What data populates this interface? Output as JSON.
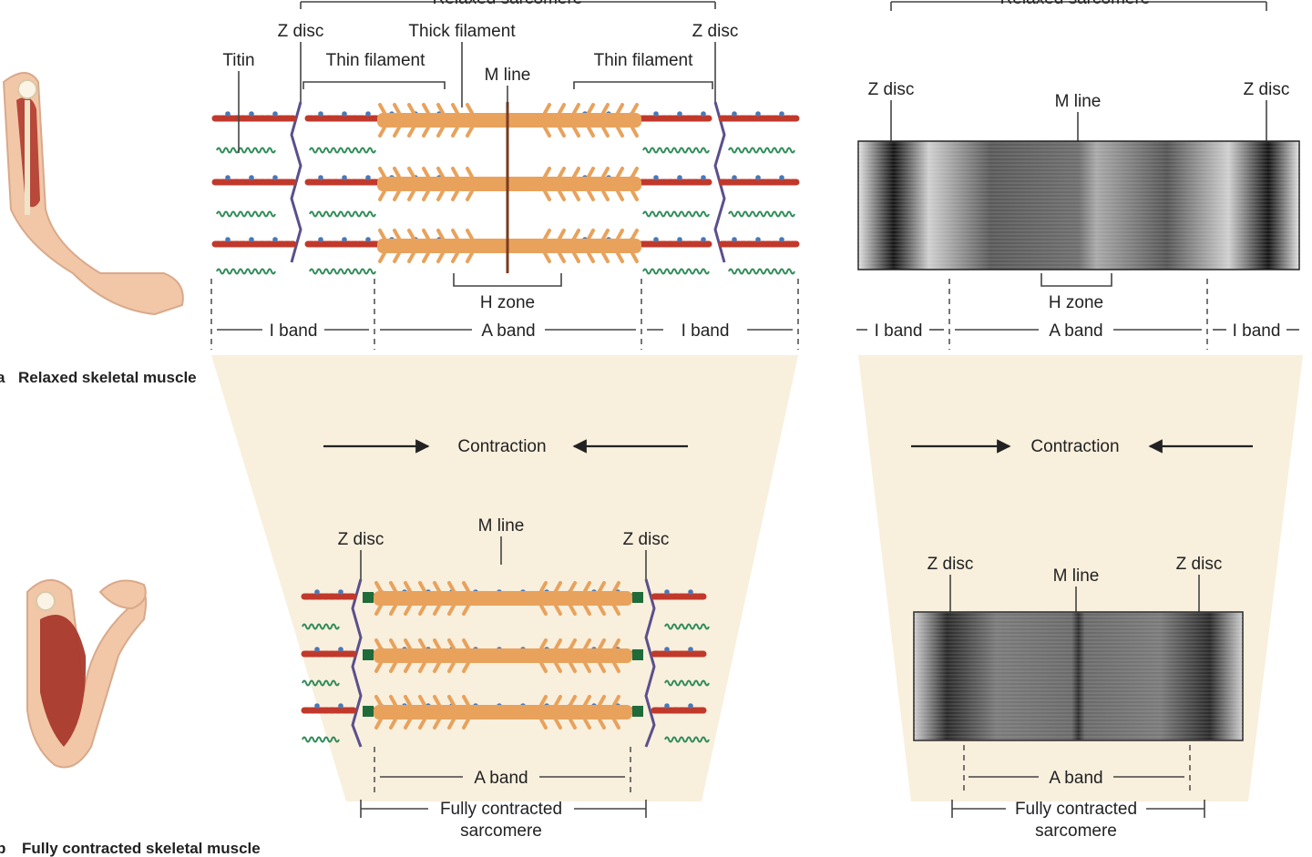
{
  "colors": {
    "thick_filament": "#e8a25c",
    "thin_filament": "#c0392b",
    "titin": "#2e8b57",
    "z_disc": "#5b4f8c",
    "m_line": "#7a3b1f",
    "cone": "#f6ead2",
    "skin": "#f1c7a8"
  },
  "icons": [
    "relaxed-arm-icon",
    "contracted-arm-icon"
  ],
  "relaxed": {
    "header": "Relaxed sarcomere",
    "z_disc": "Z disc",
    "titin": "Titin",
    "thin_filament": "Thin filament",
    "thick_filament": "Thick filament",
    "m_line": "M line",
    "h_zone": "H zone",
    "i_band": "I band",
    "a_band": "A band",
    "caption_letter": "a",
    "caption": "Relaxed skeletal muscle"
  },
  "micro_relaxed": {
    "header": "Relaxed sarcomere",
    "z_disc": "Z disc",
    "m_line": "M line",
    "h_zone": "H zone",
    "i_band": "I band",
    "a_band": "A band"
  },
  "contraction": "Contraction",
  "contracted": {
    "z_disc": "Z disc",
    "m_line": "M line",
    "a_band": "A band",
    "sarcomere_line1": "Fully contracted",
    "sarcomere_line2": "sarcomere",
    "caption_letter": "b",
    "caption": "Fully contracted skeletal muscle"
  },
  "micro_contracted": {
    "z_disc": "Z disc",
    "m_line": "M line",
    "a_band": "A band",
    "sarcomere_line1": "Fully contracted",
    "sarcomere_line2": "sarcomere"
  }
}
